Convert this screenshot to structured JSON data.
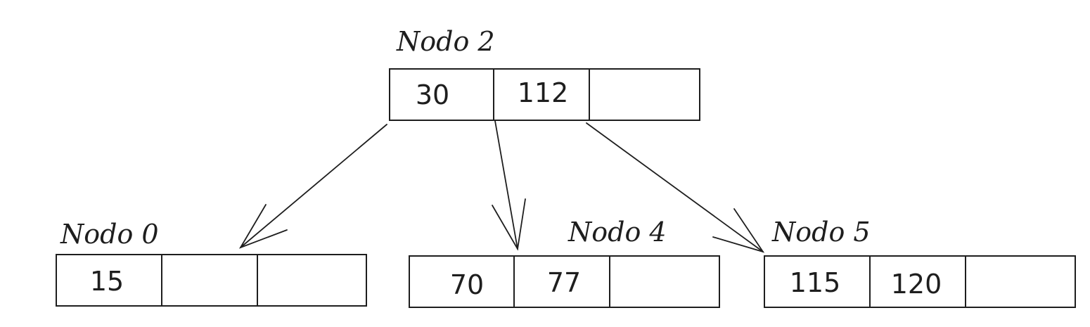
{
  "nodes": [
    {
      "id": "nodo-2",
      "title": "Nodo 2",
      "keys": [
        "30",
        "112",
        ""
      ]
    },
    {
      "id": "nodo-0",
      "title": "Nodo 0",
      "keys": [
        "15",
        "",
        ""
      ]
    },
    {
      "id": "nodo-4",
      "title": "Nodo 4",
      "keys": [
        "70",
        "77",
        ""
      ]
    },
    {
      "id": "nodo-5",
      "title": "Nodo 5",
      "keys": [
        "115",
        "120",
        ""
      ]
    }
  ],
  "edges": [
    {
      "from": "nodo-2",
      "to": "nodo-0"
    },
    {
      "from": "nodo-2",
      "to": "nodo-4"
    },
    {
      "from": "nodo-2",
      "to": "nodo-5"
    }
  ],
  "colors": {
    "stroke": "#1e1e1e",
    "background": "#ffffff"
  }
}
